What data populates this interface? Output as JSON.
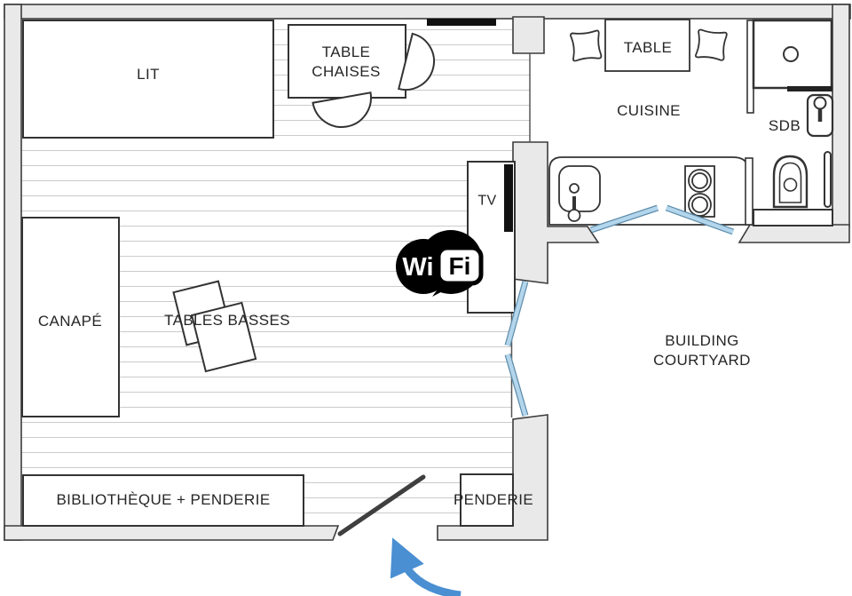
{
  "plan": {
    "labels": {
      "bed": "LIT",
      "dining_table": "TABLE\nCHAISES",
      "kitchen_table": "TABLE",
      "kitchen": "CUISINE",
      "bathroom": "SDB",
      "tv": "TV",
      "sofa": "CANAPÉ",
      "coffee_tables": "TABLES BASSES",
      "courtyard": "BUILDING COURTYARD",
      "bookshelf_wardrobe": "BIBLIOTHÈQUE + PENDERIE",
      "wardrobe": "PENDERIE"
    },
    "wifi_logo": {
      "wi": "Wi",
      "fi": "Fi"
    },
    "colors": {
      "wall_fill": "#e9e9e9",
      "wall_outline": "#3c3c3c",
      "furniture_outline": "#333333",
      "floor_line": "#cbcbcb",
      "window_blue": "#b3d6ec",
      "window_blue_edge": "#5f8dab",
      "arrow_blue": "#4a8fd2",
      "black_elements": "#111111"
    }
  }
}
